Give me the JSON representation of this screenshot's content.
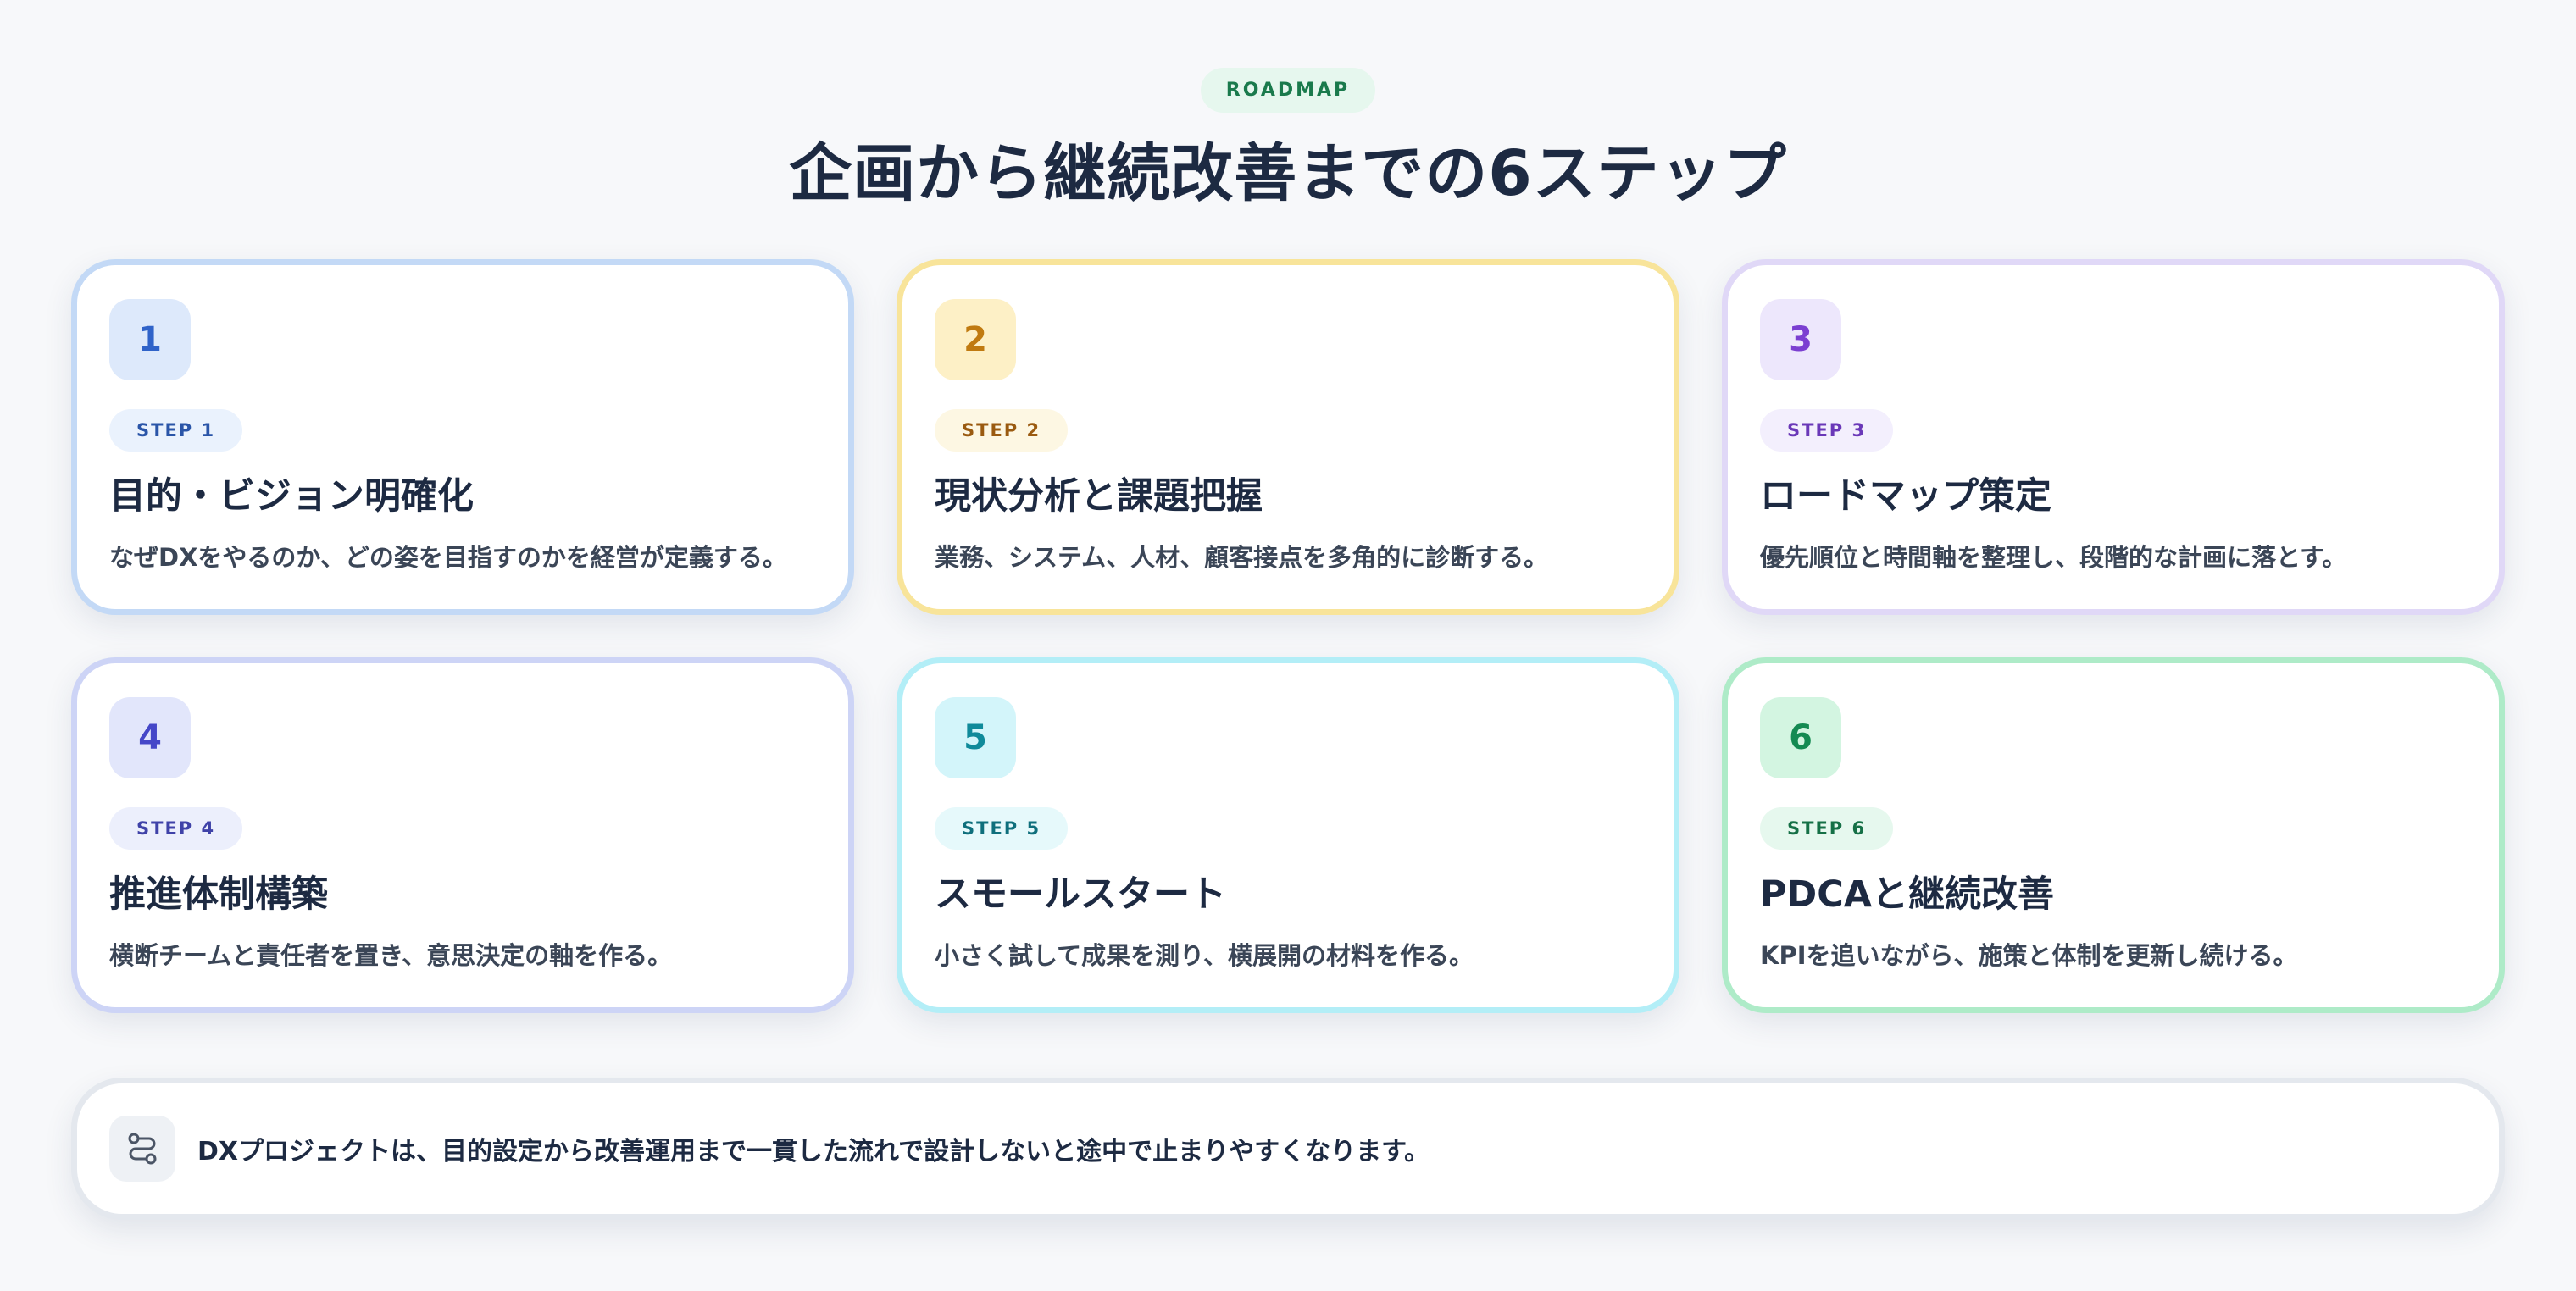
{
  "header": {
    "eyebrow": "ROADMAP",
    "title": "企画から継続改善までの6ステップ"
  },
  "steps": [
    {
      "number": "1",
      "step_label": "STEP 1",
      "title": "目的・ビジョン明確化",
      "description": "なぜDXをやるのか、どの姿を目指すのかを経営が定義する。",
      "colors": {
        "border": "#c3d9f6",
        "badge_bg": "#dde9fb",
        "badge_text": "#2f63c9",
        "pill_bg": "#eaf2fd",
        "pill_text": "#2a55a8"
      }
    },
    {
      "number": "2",
      "step_label": "STEP 2",
      "title": "現状分析と課題把握",
      "description": "業務、システム、人材、顧客接点を多角的に診断する。",
      "colors": {
        "border": "#f8e49a",
        "badge_bg": "#fdf0c6",
        "badge_text": "#c07a10",
        "pill_bg": "#fdf7e3",
        "pill_text": "#9a5a10"
      }
    },
    {
      "number": "3",
      "step_label": "STEP 3",
      "title": "ロードマップ策定",
      "description": "優先順位と時間軸を整理し、段階的な計画に落とす。",
      "colors": {
        "border": "#e0d8f7",
        "badge_bg": "#ede7fc",
        "badge_text": "#7b3fd1",
        "pill_bg": "#f3effd",
        "pill_text": "#6a38b8"
      }
    },
    {
      "number": "4",
      "step_label": "STEP 4",
      "title": "推進体制構築",
      "description": "横断チームと責任者を置き、意思決定の軸を作る。",
      "colors": {
        "border": "#cdd4f6",
        "badge_bg": "#e2e6fb",
        "badge_text": "#4547c8",
        "pill_bg": "#eceffc",
        "pill_text": "#3f42a8"
      }
    },
    {
      "number": "5",
      "step_label": "STEP 5",
      "title": "スモールスタート",
      "description": "小さく試して成果を測り、横展開の材料を作る。",
      "colors": {
        "border": "#b3eef7",
        "badge_bg": "#d3f5fa",
        "badge_text": "#0f8a9a",
        "pill_bg": "#e6f9fb",
        "pill_text": "#0f6f7c"
      }
    },
    {
      "number": "6",
      "step_label": "STEP 6",
      "title": "PDCAと継続改善",
      "description": "KPIを追いながら、施策と体制を更新し続ける。",
      "colors": {
        "border": "#aeebc8",
        "badge_bg": "#d3f5e1",
        "badge_text": "#148a52",
        "pill_bg": "#e6f8ee",
        "pill_text": "#157046"
      }
    }
  ],
  "footer": {
    "icon": "route-icon",
    "text": "DXプロジェクトは、目的設定から改善運用まで一貫した流れで設計しないと途中で止まりやすくなります。"
  }
}
